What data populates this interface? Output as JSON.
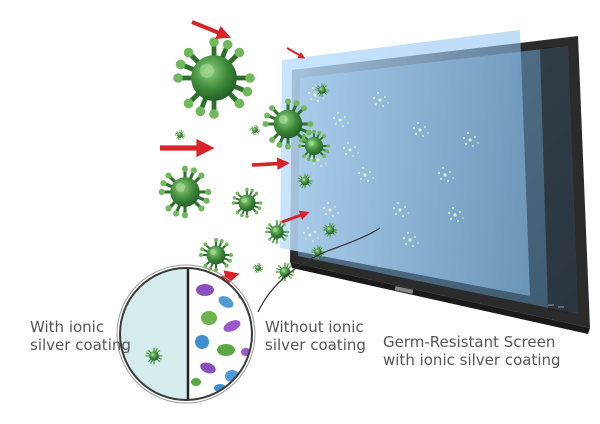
{
  "captions": {
    "with_coating": [
      "With ionic",
      "silver coating"
    ],
    "without_coating": [
      "Without ionic",
      "silver coating"
    ],
    "screen": [
      "Germ-Resistant Screen",
      "with ionic silver coating"
    ]
  },
  "icons": {
    "virus": "virus-icon",
    "arrow": "red-arrow-icon",
    "display": "display-panel-icon",
    "magnifier": "magnifier-lens-icon"
  },
  "colors": {
    "virus_green": "#3f8b3a",
    "arrow_red": "#d8232a",
    "coating_blue": "#9cc8ef",
    "screen_fill": "#4f6f87",
    "bezel": "#2b2b2b",
    "text": "#555555"
  }
}
